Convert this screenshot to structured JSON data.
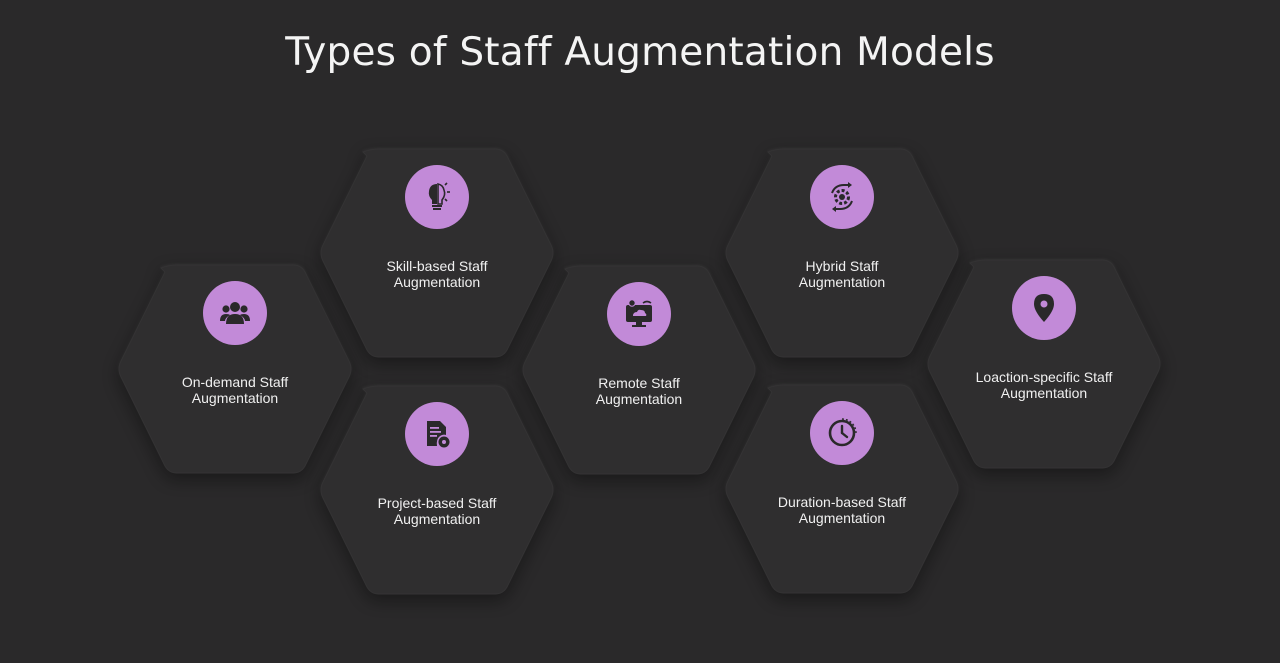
{
  "title": "Types of Staff Augmentation Models",
  "colors": {
    "background": "#2a292a",
    "hexagon": "#2f2e2f",
    "icon_circle": "#c28ad8",
    "icon_glyph": "#2a292a",
    "text": "#f0f0f0"
  },
  "models": [
    {
      "id": "on-demand",
      "icon": "people-group-icon",
      "line1": "On-demand Staff",
      "line2": "Augmentation"
    },
    {
      "id": "skill-based",
      "icon": "lightbulb-brain-icon",
      "line1": "Skill-based Staff",
      "line2": "Augmentation"
    },
    {
      "id": "project-based",
      "icon": "document-gear-icon",
      "line1": "Project-based Staff",
      "line2": "Augmentation"
    },
    {
      "id": "remote",
      "icon": "remote-monitor-icon",
      "line1": "Remote Staff",
      "line2": "Augmentation"
    },
    {
      "id": "hybrid",
      "icon": "cycle-gear-icon",
      "line1": "Hybrid Staff",
      "line2": "Augmentation"
    },
    {
      "id": "duration-based",
      "icon": "clock-icon",
      "line1": "Duration-based Staff",
      "line2": "Augmentation"
    },
    {
      "id": "location-specific",
      "icon": "location-pin-icon",
      "line1": "Loaction-specific Staff",
      "line2": "Augmentation"
    }
  ]
}
